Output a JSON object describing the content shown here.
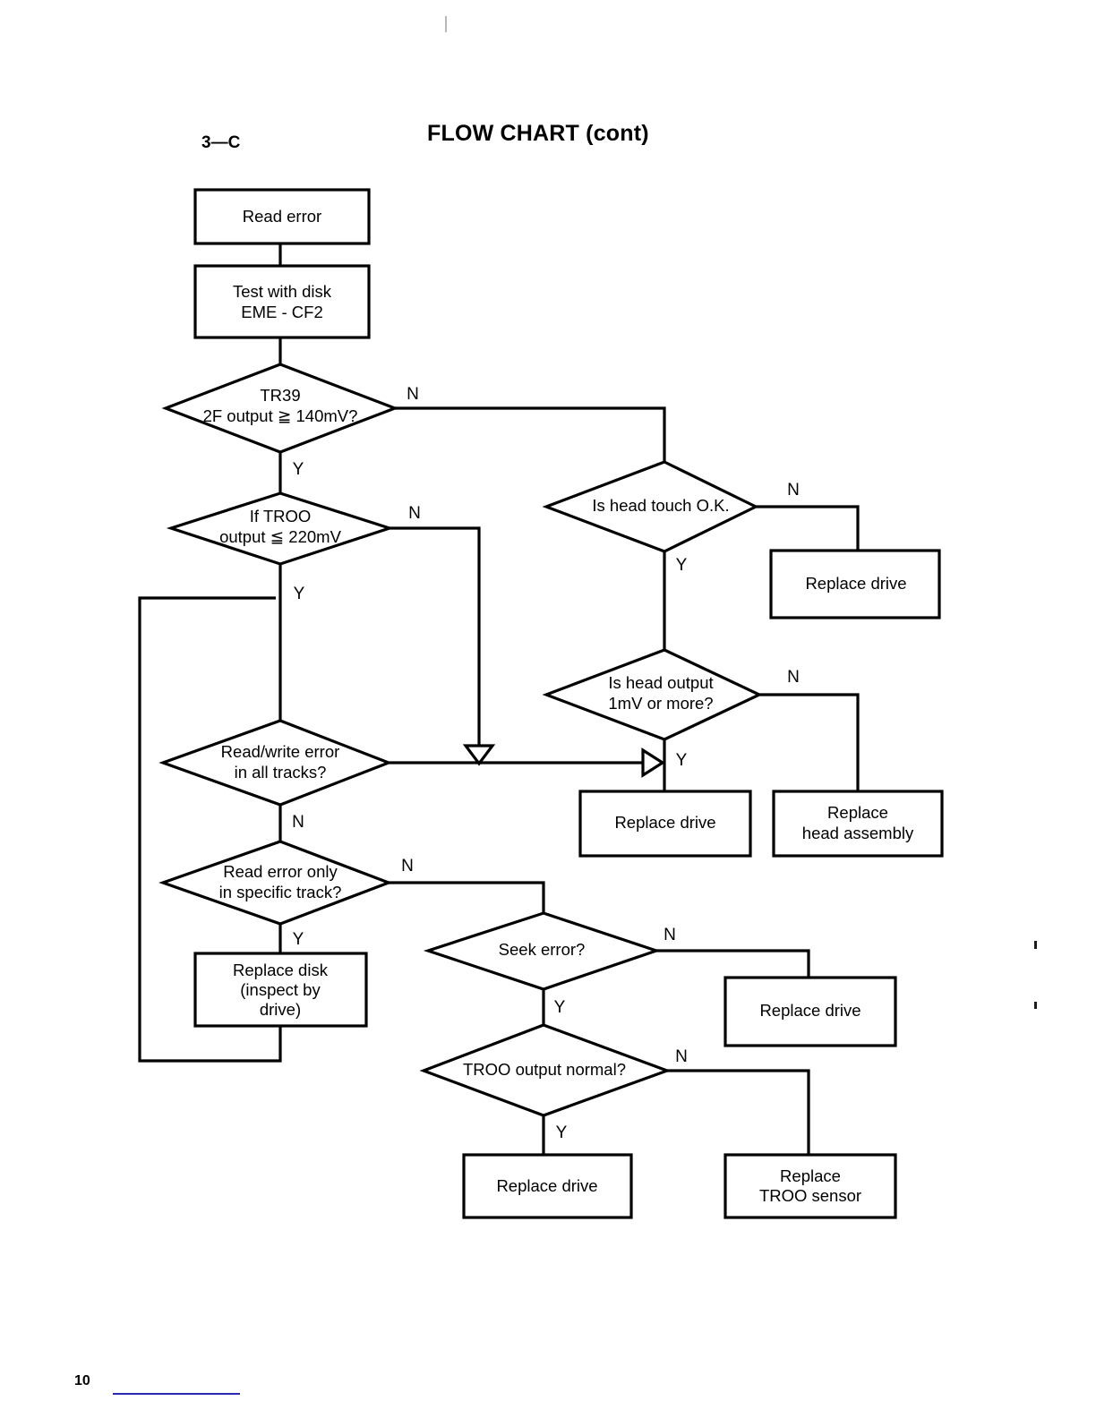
{
  "page": {
    "title": "FLOW CHART (cont)",
    "section_id": "3—C",
    "page_number": "10"
  },
  "chart_data": {
    "type": "diagram",
    "diagram_kind": "flowchart",
    "title": "FLOW CHART (cont)",
    "nodes": [
      {
        "id": "n1",
        "shape": "process",
        "lines": [
          "Read error"
        ]
      },
      {
        "id": "n2",
        "shape": "process",
        "lines": [
          "Test with disk",
          "EME - CF2"
        ]
      },
      {
        "id": "d1",
        "shape": "decision",
        "lines": [
          "TR39",
          "2F output ≧ 140mV?"
        ]
      },
      {
        "id": "d2",
        "shape": "decision",
        "lines": [
          "If TROO",
          "output ≦ 220mV"
        ]
      },
      {
        "id": "d3",
        "shape": "decision",
        "lines": [
          "Is head touch O.K."
        ]
      },
      {
        "id": "n3",
        "shape": "process",
        "lines": [
          "Replace drive"
        ]
      },
      {
        "id": "d4",
        "shape": "decision",
        "lines": [
          "Is head output",
          "1mV or more?"
        ]
      },
      {
        "id": "n4",
        "shape": "process",
        "lines": [
          "Replace drive"
        ]
      },
      {
        "id": "n5",
        "shape": "process",
        "lines": [
          "Replace",
          "head assembly"
        ]
      },
      {
        "id": "d5",
        "shape": "decision",
        "lines": [
          "Read/write error",
          "in all tracks?"
        ]
      },
      {
        "id": "d6",
        "shape": "decision",
        "lines": [
          "Read error only",
          "in specific track?"
        ]
      },
      {
        "id": "n6",
        "shape": "process",
        "lines": [
          "Replace disk",
          "(inspect by",
          "drive)"
        ]
      },
      {
        "id": "d7",
        "shape": "decision",
        "lines": [
          "Seek error?"
        ]
      },
      {
        "id": "n7",
        "shape": "process",
        "lines": [
          "Replace drive"
        ]
      },
      {
        "id": "d8",
        "shape": "decision",
        "lines": [
          "TROO output normal?"
        ]
      },
      {
        "id": "n8",
        "shape": "process",
        "lines": [
          "Replace drive"
        ]
      },
      {
        "id": "n9",
        "shape": "process",
        "lines": [
          "Replace",
          "TROO sensor"
        ]
      }
    ],
    "edges": [
      {
        "from": "n1",
        "to": "n2",
        "label": ""
      },
      {
        "from": "n2",
        "to": "d1",
        "label": ""
      },
      {
        "from": "d1",
        "to": "d2",
        "label": "Y"
      },
      {
        "from": "d1",
        "to": "d3",
        "label": "N"
      },
      {
        "from": "d3",
        "to": "n3",
        "label": "N"
      },
      {
        "from": "d3",
        "to": "d4",
        "label": "Y"
      },
      {
        "from": "d4",
        "to": "n4",
        "label": "Y"
      },
      {
        "from": "d4",
        "to": "n5",
        "label": "N"
      },
      {
        "from": "d2",
        "to": "d5",
        "label": "Y"
      },
      {
        "from": "d2",
        "to": "d4",
        "label": "N"
      },
      {
        "from": "d5",
        "to": "d4",
        "label": "Y"
      },
      {
        "from": "d5",
        "to": "d6",
        "label": "N"
      },
      {
        "from": "d6",
        "to": "n6",
        "label": "Y"
      },
      {
        "from": "d6",
        "to": "d7",
        "label": "N"
      },
      {
        "from": "n6",
        "to": "d2",
        "label": ""
      },
      {
        "from": "d7",
        "to": "n7",
        "label": "N"
      },
      {
        "from": "d7",
        "to": "d8",
        "label": "Y"
      },
      {
        "from": "d8",
        "to": "n8",
        "label": "Y"
      },
      {
        "from": "d8",
        "to": "n9",
        "label": "N"
      }
    ],
    "branch_labels": {
      "d1_n": "N",
      "d1_y": "Y",
      "d2_n": "N",
      "d2_y": "Y",
      "d3_n": "N",
      "d3_y": "Y",
      "d4_n": "N",
      "d4_y": "Y",
      "d5_n": "N",
      "d6_n": "N",
      "d6_y": "Y",
      "d7_n": "N",
      "d7_y": "Y",
      "d8_n": "N",
      "d8_y": "Y"
    }
  },
  "nodes": {
    "read_error": {
      "l1": "Read error"
    },
    "test_with_disk": {
      "l1": "Test with disk",
      "l2": "EME - CF2"
    },
    "tr39": {
      "l1": "TR39",
      "l2": "2F output ≧ 140mV?"
    },
    "if_troo": {
      "l1": "If TROO",
      "l2": "output ≦ 220mV"
    },
    "head_touch": {
      "l1": "Is head touch O.K."
    },
    "replace_drive_1": {
      "l1": "Replace drive"
    },
    "head_output": {
      "l1": "Is head output",
      "l2": "1mV or more?"
    },
    "replace_drive_2": {
      "l1": "Replace drive"
    },
    "replace_head_asm": {
      "l1": "Replace",
      "l2": "head assembly"
    },
    "rw_error_tracks": {
      "l1": "Read/write error",
      "l2": "in all tracks?"
    },
    "read_error_track": {
      "l1": "Read error only",
      "l2": "in specific track?"
    },
    "replace_disk": {
      "l1": "Replace disk",
      "l2": "(inspect by",
      "l3": "drive)"
    },
    "seek_error": {
      "l1": "Seek error?"
    },
    "replace_drive_3": {
      "l1": "Replace drive"
    },
    "troo_normal": {
      "l1": "TROO output normal?"
    },
    "replace_drive_4": {
      "l1": "Replace drive"
    },
    "replace_troo_sensor": {
      "l1": "Replace",
      "l2": "TROO sensor"
    }
  },
  "labels": {
    "d1_n": "N",
    "d1_y": "Y",
    "d2_n": "N",
    "d2_y": "Y",
    "d3_n": "N",
    "d3_y": "Y",
    "d4_n": "N",
    "d4_y": "Y",
    "d5_n": "N",
    "d6_n": "N",
    "d6_y": "Y",
    "d7_n": "N",
    "d7_y": "Y",
    "d8_n": "N",
    "d8_y": "Y"
  },
  "colors": {
    "ink": "#000000",
    "paper": "#ffffff",
    "footer_rule": "#2a2ab0"
  }
}
